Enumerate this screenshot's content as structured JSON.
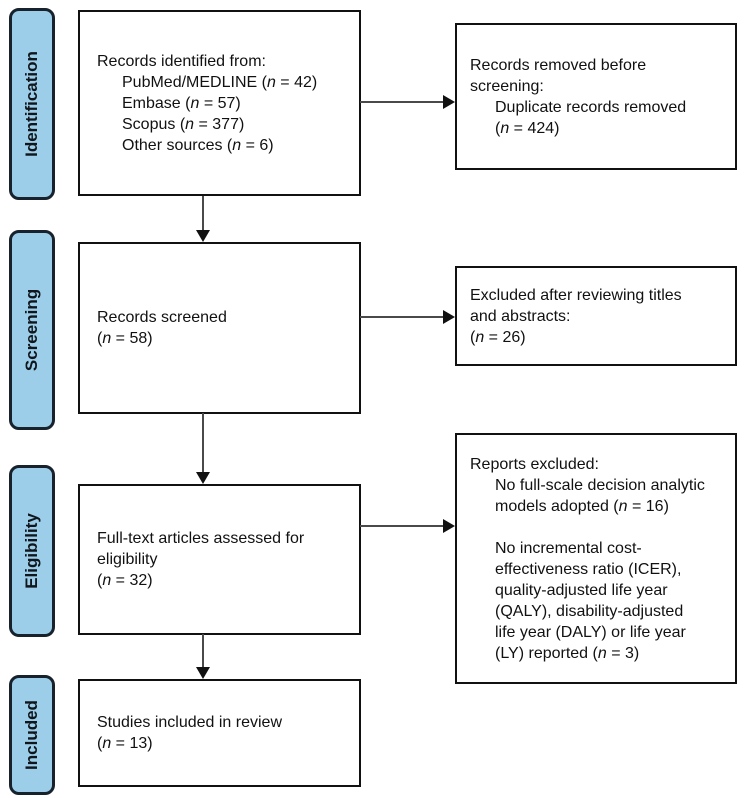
{
  "colors": {
    "stage_fill": "#9CCEEA",
    "stage_border": "#18222C",
    "box_border": "#111111",
    "arrow_line": "#4A4A4A",
    "arrowhead": "#111111"
  },
  "stages": [
    {
      "label": "Identification"
    },
    {
      "label": "Screening"
    },
    {
      "label": "Eligibility"
    },
    {
      "label": "Included"
    }
  ],
  "boxes": {
    "records_identified": {
      "lines": [
        {
          "text": "Records identified from:",
          "indent": 0
        },
        {
          "text": "PubMed/MEDLINE (n = 42)",
          "indent": 1
        },
        {
          "text": "Embase (n = 57)",
          "indent": 1
        },
        {
          "text": "Scopus (n = 377)",
          "indent": 1
        },
        {
          "text": "Other sources (n = 6)",
          "indent": 1
        }
      ]
    },
    "records_removed": {
      "lines": [
        {
          "text": "Records removed before",
          "indent": 0
        },
        {
          "text": "screening:",
          "indent": 0
        },
        {
          "text": "Duplicate records removed",
          "indent": 1
        },
        {
          "text": "(n = 424)",
          "indent": 1
        }
      ]
    },
    "records_screened": {
      "lines": [
        {
          "text": "Records screened",
          "indent": 0
        },
        {
          "text": "(n = 58)",
          "indent": 0
        }
      ]
    },
    "excluded_title_abstract": {
      "lines": [
        {
          "text": "Excluded after reviewing titles",
          "indent": 0
        },
        {
          "text": "and abstracts:",
          "indent": 0
        },
        {
          "text": "(n = 26)",
          "indent": 0
        }
      ]
    },
    "fulltext_assessed": {
      "lines": [
        {
          "text": "Full-text articles assessed for",
          "indent": 0
        },
        {
          "text": "eligibility",
          "indent": 0
        },
        {
          "text": "(n = 32)",
          "indent": 0
        }
      ]
    },
    "reports_excluded": {
      "lines": [
        {
          "text": "Reports excluded:",
          "indent": 0
        },
        {
          "text": "No full-scale decision analytic",
          "indent": 1
        },
        {
          "text": "models adopted (n = 16)",
          "indent": 1
        },
        {
          "text": "",
          "indent": 1
        },
        {
          "text": "No incremental cost-",
          "indent": 1
        },
        {
          "text": "effectiveness ratio (ICER),",
          "indent": 1
        },
        {
          "text": "quality-adjusted life year",
          "indent": 1
        },
        {
          "text": "(QALY), disability-adjusted",
          "indent": 1
        },
        {
          "text": "life year (DALY) or life year",
          "indent": 1
        },
        {
          "text": "(LY) reported (n = 3)",
          "indent": 1
        }
      ]
    },
    "studies_included": {
      "lines": [
        {
          "text": "Studies included in review",
          "indent": 0
        },
        {
          "text": "(n = 13)",
          "indent": 0
        }
      ]
    }
  }
}
